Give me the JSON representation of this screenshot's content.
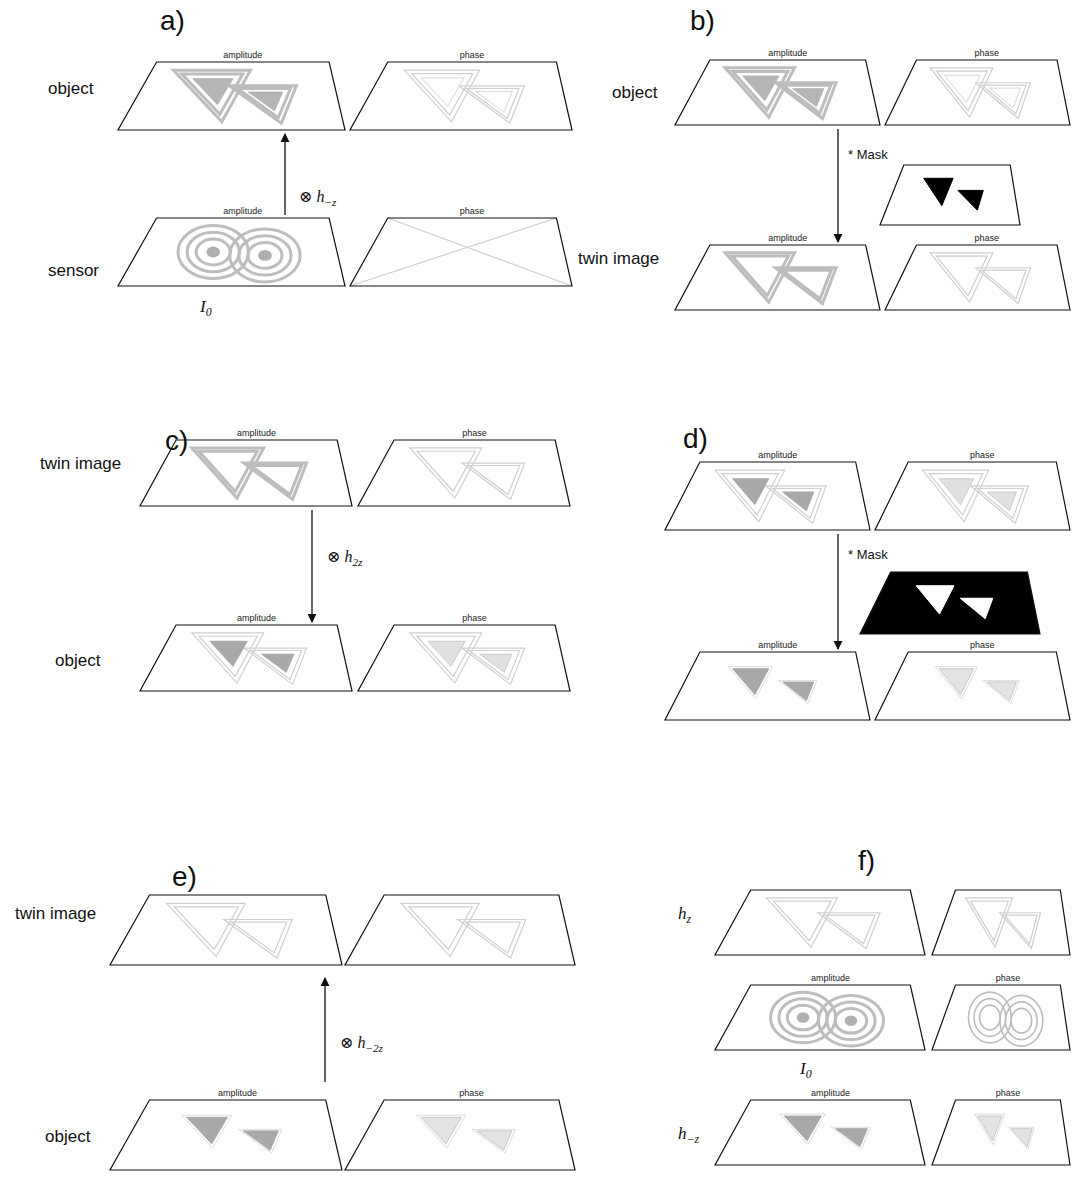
{
  "diagram": {
    "nodes": [
      {
        "text": [
          "amplitude"
        ]
      },
      {
        "text": [
          "phase"
        ]
      },
      {
        "text": [
          "amplitude"
        ]
      },
      {
        "text": [
          "phase"
        ]
      },
      {
        "text": [
          "amplitude"
        ]
      },
      {
        "text": [
          "phase"
        ]
      },
      {
        "text": [
          "amplitude"
        ]
      },
      {
        "text": [
          "phase"
        ]
      },
      {
        "text": [
          "amplitude"
        ]
      },
      {
        "text": [
          "phase"
        ]
      },
      {
        "text": [
          "amplitude"
        ]
      },
      {
        "text": [
          "phase"
        ]
      },
      {
        "text": [
          "amplitude"
        ]
      },
      {
        "text": [
          "phase"
        ]
      },
      {
        "text": [
          "amplitude"
        ]
      },
      {
        "text": [
          "phase"
        ]
      },
      {
        "text": [
          "amplitude"
        ]
      },
      {
        "text": [
          "phase"
        ]
      },
      {
        "text": [
          "amplitude"
        ]
      },
      {
        "text": [
          "phase"
        ]
      },
      {
        "text": [
          "amplitude"
        ]
      },
      {
        "text": [
          "phase"
        ]
      }
    ],
    "edges": [
      {
        "from": 2,
        "to": 0,
        "label": "⊗ h−z",
        "arrow": "to"
      },
      {
        "from": 4,
        "to": 6,
        "label": "* Mask",
        "arrow": "to"
      },
      {
        "from": 8,
        "to": 10,
        "label": "⊗ h2z",
        "arrow": "to"
      },
      {
        "from": 12,
        "to": 14,
        "label": "* Mask",
        "arrow": "to"
      }
    ],
    "labels": [
      "a)",
      "object",
      "sensor",
      "I0",
      "b)",
      "object",
      "twin image",
      "c)",
      "twin image",
      "object",
      "d)",
      "e)",
      "twin image",
      "⊗ h−2z",
      "object",
      "f)",
      "hz",
      "I0",
      "h−z"
    ]
  }
}
